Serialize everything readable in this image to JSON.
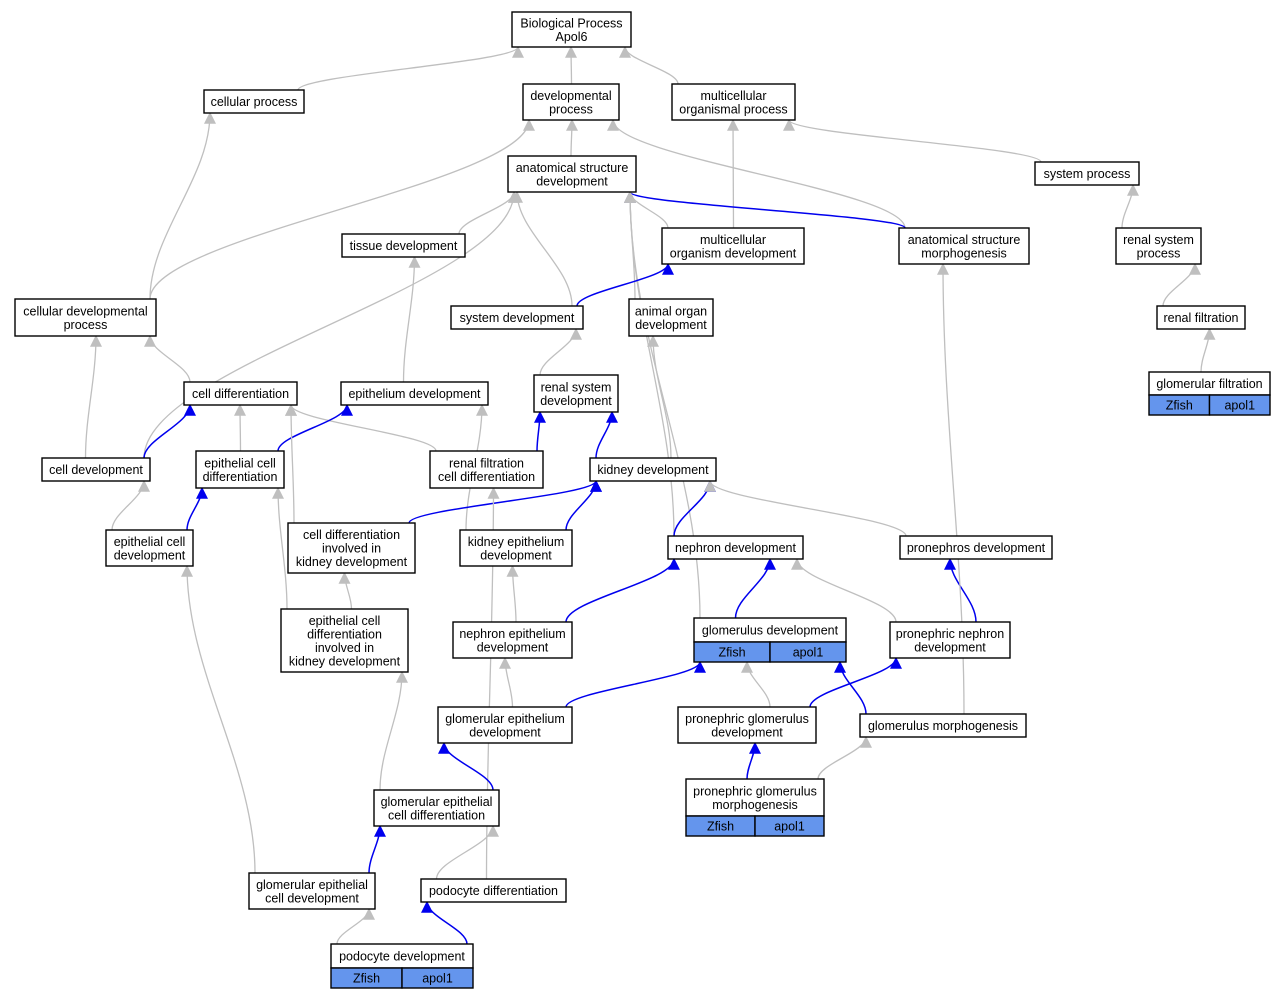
{
  "colors": {
    "is_a": "#bfbfbf",
    "part_of": "#0000ee",
    "annotation_fill": "#6495ed"
  },
  "nodes": [
    {
      "id": "bp",
      "lines": [
        "Biological Process",
        "Apol6"
      ]
    },
    {
      "id": "cp",
      "lines": [
        "cellular process"
      ]
    },
    {
      "id": "dp",
      "lines": [
        "developmental",
        "process"
      ]
    },
    {
      "id": "mop",
      "lines": [
        "multicellular",
        "organismal process"
      ]
    },
    {
      "id": "asd",
      "lines": [
        "anatomical structure",
        "development"
      ]
    },
    {
      "id": "sp",
      "lines": [
        "system process"
      ]
    },
    {
      "id": "td",
      "lines": [
        "tissue development"
      ]
    },
    {
      "id": "mod",
      "lines": [
        "multicellular",
        "organism development"
      ]
    },
    {
      "id": "asm",
      "lines": [
        "anatomical structure",
        "morphogenesis"
      ]
    },
    {
      "id": "rsp",
      "lines": [
        "renal system",
        "process"
      ]
    },
    {
      "id": "cdp",
      "lines": [
        "cellular developmental",
        "process"
      ]
    },
    {
      "id": "sd",
      "lines": [
        "system development"
      ]
    },
    {
      "id": "aod",
      "lines": [
        "animal organ",
        "development"
      ]
    },
    {
      "id": "rf",
      "lines": [
        "renal filtration"
      ]
    },
    {
      "id": "cdiff",
      "lines": [
        "cell differentiation"
      ]
    },
    {
      "id": "ed",
      "lines": [
        "epithelium development"
      ]
    },
    {
      "id": "rsd",
      "lines": [
        "renal system",
        "development"
      ]
    },
    {
      "id": "gf",
      "lines": [
        "glomerular filtration"
      ],
      "annotations": [
        "Zfish",
        "apol1"
      ]
    },
    {
      "id": "cdev",
      "lines": [
        "cell development"
      ]
    },
    {
      "id": "ecdiff",
      "lines": [
        "epithelial cell",
        "differentiation"
      ]
    },
    {
      "id": "rfcd",
      "lines": [
        "renal filtration",
        "cell differentiation"
      ]
    },
    {
      "id": "kd",
      "lines": [
        "kidney development"
      ]
    },
    {
      "id": "ecd",
      "lines": [
        "epithelial cell",
        "development"
      ]
    },
    {
      "id": "cdikd",
      "lines": [
        "cell differentiation",
        "involved in",
        "kidney development"
      ]
    },
    {
      "id": "ked",
      "lines": [
        "kidney epithelium",
        "development"
      ]
    },
    {
      "id": "nd",
      "lines": [
        "nephron development"
      ]
    },
    {
      "id": "pd",
      "lines": [
        "pronephros development"
      ]
    },
    {
      "id": "ecdikd",
      "lines": [
        "epithelial cell",
        "differentiation",
        "involved in",
        "kidney development"
      ]
    },
    {
      "id": "ned",
      "lines": [
        "nephron epithelium",
        "development"
      ]
    },
    {
      "id": "gd",
      "lines": [
        "glomerulus development"
      ],
      "annotations": [
        "Zfish",
        "apol1"
      ]
    },
    {
      "id": "pnd",
      "lines": [
        "pronephric nephron",
        "development"
      ]
    },
    {
      "id": "ged",
      "lines": [
        "glomerular epithelium",
        "development"
      ]
    },
    {
      "id": "pgd",
      "lines": [
        "pronephric glomerulus",
        "development"
      ]
    },
    {
      "id": "gm",
      "lines": [
        "glomerulus morphogenesis"
      ]
    },
    {
      "id": "pgm",
      "lines": [
        "pronephric glomerulus",
        "morphogenesis"
      ],
      "annotations": [
        "Zfish",
        "apol1"
      ]
    },
    {
      "id": "gecd",
      "lines": [
        "glomerular epithelial",
        "cell differentiation"
      ]
    },
    {
      "id": "gecdev",
      "lines": [
        "glomerular epithelial",
        "cell development"
      ]
    },
    {
      "id": "podiff",
      "lines": [
        "podocyte differentiation"
      ]
    },
    {
      "id": "podev",
      "lines": [
        "podocyte development"
      ],
      "annotations": [
        "Zfish",
        "apol1"
      ]
    }
  ],
  "edges": [
    {
      "from": "cp",
      "to": "bp",
      "type": "is_a"
    },
    {
      "from": "dp",
      "to": "bp",
      "type": "is_a"
    },
    {
      "from": "mop",
      "to": "bp",
      "type": "is_a"
    },
    {
      "from": "asd",
      "to": "dp",
      "type": "is_a"
    },
    {
      "from": "sp",
      "to": "mop",
      "type": "is_a"
    },
    {
      "from": "mod",
      "to": "mop",
      "type": "is_a"
    },
    {
      "from": "asm",
      "to": "dp",
      "type": "is_a"
    },
    {
      "from": "asm",
      "to": "asd",
      "type": "part_of"
    },
    {
      "from": "mod",
      "to": "asd",
      "type": "is_a"
    },
    {
      "from": "td",
      "to": "asd",
      "type": "is_a"
    },
    {
      "from": "sd",
      "to": "asd",
      "type": "is_a"
    },
    {
      "from": "aod",
      "to": "asd",
      "type": "is_a"
    },
    {
      "from": "cdev",
      "to": "asd",
      "type": "is_a"
    },
    {
      "from": "nd",
      "to": "asd",
      "type": "is_a"
    },
    {
      "from": "gd",
      "to": "asd",
      "type": "is_a"
    },
    {
      "from": "rsp",
      "to": "sp",
      "type": "is_a"
    },
    {
      "from": "rf",
      "to": "rsp",
      "type": "is_a"
    },
    {
      "from": "gf",
      "to": "rf",
      "type": "is_a"
    },
    {
      "from": "cdp",
      "to": "cp",
      "type": "is_a"
    },
    {
      "from": "cdp",
      "to": "dp",
      "type": "is_a"
    },
    {
      "from": "sd",
      "to": "mod",
      "type": "part_of"
    },
    {
      "from": "cdiff",
      "to": "cdp",
      "type": "is_a"
    },
    {
      "from": "cdev",
      "to": "cdp",
      "type": "is_a"
    },
    {
      "from": "ed",
      "to": "td",
      "type": "is_a"
    },
    {
      "from": "rsd",
      "to": "sd",
      "type": "is_a"
    },
    {
      "from": "kd",
      "to": "aod",
      "type": "is_a"
    },
    {
      "from": "kd",
      "to": "rsd",
      "type": "part_of"
    },
    {
      "from": "rfcd",
      "to": "rsd",
      "type": "part_of"
    },
    {
      "from": "rfcd",
      "to": "cdiff",
      "type": "is_a"
    },
    {
      "from": "cdev",
      "to": "cdiff",
      "type": "part_of"
    },
    {
      "from": "ecdiff",
      "to": "cdiff",
      "type": "is_a"
    },
    {
      "from": "ecdiff",
      "to": "ed",
      "type": "part_of"
    },
    {
      "from": "cdikd",
      "to": "cdiff",
      "type": "is_a"
    },
    {
      "from": "ked",
      "to": "ed",
      "type": "is_a"
    },
    {
      "from": "ecd",
      "to": "cdev",
      "type": "is_a"
    },
    {
      "from": "ecd",
      "to": "ecdiff",
      "type": "part_of"
    },
    {
      "from": "ecdikd",
      "to": "ecdiff",
      "type": "is_a"
    },
    {
      "from": "ecdikd",
      "to": "cdikd",
      "type": "is_a"
    },
    {
      "from": "cdikd",
      "to": "kd",
      "type": "part_of"
    },
    {
      "from": "ked",
      "to": "kd",
      "type": "part_of"
    },
    {
      "from": "nd",
      "to": "kd",
      "type": "part_of"
    },
    {
      "from": "pd",
      "to": "kd",
      "type": "is_a"
    },
    {
      "from": "podiff",
      "to": "rfcd",
      "type": "is_a"
    },
    {
      "from": "ned",
      "to": "ked",
      "type": "is_a"
    },
    {
      "from": "ned",
      "to": "nd",
      "type": "part_of"
    },
    {
      "from": "gd",
      "to": "nd",
      "type": "part_of"
    },
    {
      "from": "pnd",
      "to": "nd",
      "type": "is_a"
    },
    {
      "from": "pnd",
      "to": "pd",
      "type": "part_of"
    },
    {
      "from": "ged",
      "to": "ned",
      "type": "is_a"
    },
    {
      "from": "ged",
      "to": "gd",
      "type": "part_of"
    },
    {
      "from": "pgd",
      "to": "gd",
      "type": "is_a"
    },
    {
      "from": "pgd",
      "to": "pnd",
      "type": "part_of"
    },
    {
      "from": "gm",
      "to": "gd",
      "type": "part_of"
    },
    {
      "from": "gm",
      "to": "asm",
      "type": "is_a"
    },
    {
      "from": "pgm",
      "to": "pgd",
      "type": "part_of"
    },
    {
      "from": "pgm",
      "to": "gm",
      "type": "is_a"
    },
    {
      "from": "gecd",
      "to": "ged",
      "type": "part_of"
    },
    {
      "from": "gecd",
      "to": "ecdikd",
      "type": "is_a"
    },
    {
      "from": "gecdev",
      "to": "gecd",
      "type": "part_of"
    },
    {
      "from": "gecdev",
      "to": "ecd",
      "type": "is_a"
    },
    {
      "from": "podiff",
      "to": "gecd",
      "type": "is_a"
    },
    {
      "from": "podev",
      "to": "gecdev",
      "type": "is_a"
    },
    {
      "from": "podev",
      "to": "podiff",
      "type": "part_of"
    }
  ]
}
